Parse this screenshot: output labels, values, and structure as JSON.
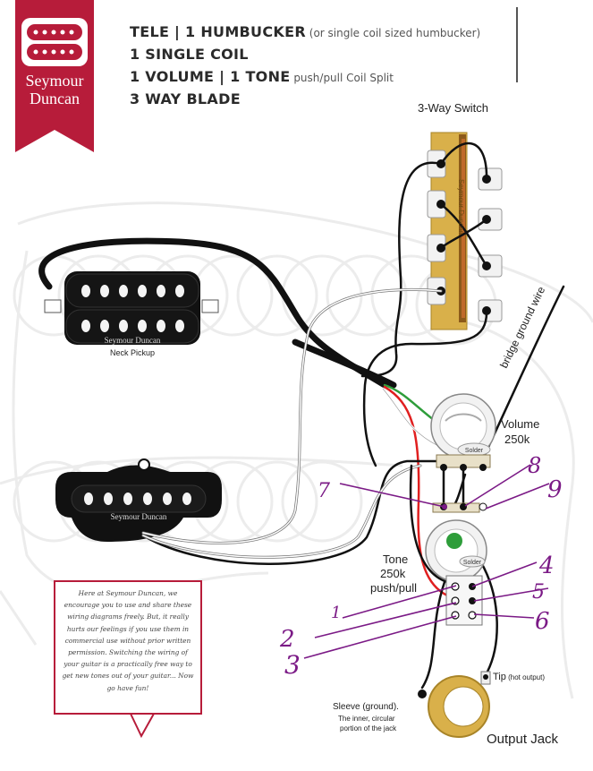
{
  "header": {
    "line1_main": "TELE | 1 HUMBUCKER",
    "line1_sub": " (or single coil sized humbucker)",
    "line2_main": "1 SINGLE COIL",
    "line3_main": "1 VOLUME | 1 TONE",
    "line3_sub": " push/pull Coil Split",
    "line4_main": "3 WAY BLADE"
  },
  "logo": {
    "line1": "Seymour",
    "line2": "Duncan"
  },
  "components": {
    "switch_label": "3-Way Switch",
    "switch_plate_text": "Seymour Duncan",
    "humbucker_brand": "Seymour Duncan",
    "neck_pickup_label": "Neck Pickup",
    "single_coil_brand": "Seymour Duncan",
    "volume_label": "Volume",
    "volume_value": "250k",
    "solder_label": "Solder",
    "tone_label": "Tone",
    "tone_value": "250k",
    "tone_mode": "push/pull",
    "bridge_ground_label": "bridge ground wire",
    "tip_label": "Tip",
    "tip_sub": " (hot output)",
    "sleeve_label": "Sleeve (ground).",
    "sleeve_sub1": "The inner, circular",
    "sleeve_sub2": "portion of the jack",
    "output_jack_label": "Output Jack"
  },
  "note": {
    "text": "Here at Seymour Duncan, we encourage you to use and share these wiring diagrams freely. But, it really hurts our feelings if you use them in commercial use without prior written permission. Switching the wiring of your guitar is a practically free way to get new tones out of your guitar... Now go have fun!"
  },
  "annotations": [
    "1",
    "2",
    "3",
    "4",
    "5",
    "6",
    "7",
    "8",
    "9"
  ],
  "colors": {
    "brand_red": "#b71c3a",
    "annotation_purple": "#7b1a86",
    "wire_black": "#111111",
    "wire_red": "#e02020",
    "wire_green": "#2e9d3a",
    "switch_brass": "#d9b04a"
  }
}
